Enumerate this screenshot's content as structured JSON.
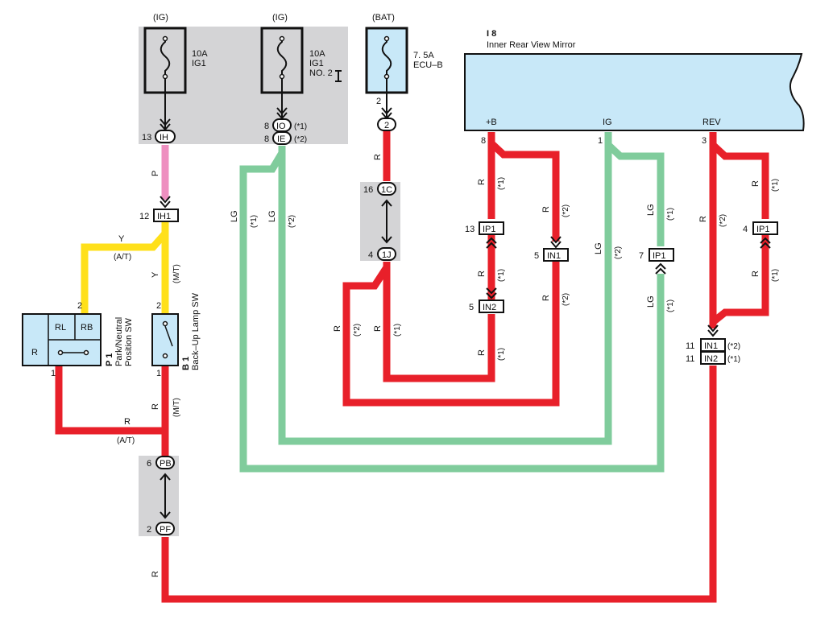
{
  "colors": {
    "red": "#e8202a",
    "pink": "#ee8fc0",
    "yellow": "#ffe01a",
    "light_green": "#80cc9c",
    "gray_block": "#d4d4d6",
    "component_blue": "#c8e8f8"
  },
  "fuses": {
    "ig1": {
      "source": "(IG)",
      "rating": "10A",
      "name": "IG1"
    },
    "ig1_no2": {
      "source": "(IG)",
      "rating": "10A",
      "name": "IG1",
      "name2": "NO. 2"
    },
    "ecu_b": {
      "source": "(BAT)",
      "rating": "7. 5A",
      "name": "ECU–B",
      "pin": "2"
    }
  },
  "mirror": {
    "code": "I 8",
    "name": "Inner Rear View Mirror",
    "terminals": [
      {
        "label": "+B",
        "pin": "8"
      },
      {
        "label": "IG",
        "pin": "1"
      },
      {
        "label": "REV",
        "pin": "3"
      }
    ]
  },
  "connectors": {
    "ih_top": {
      "pin": "13",
      "label": "IH"
    },
    "io": {
      "pin": "8",
      "label": "IO",
      "note": "(*1)"
    },
    "ie": {
      "pin": "8",
      "label": "IE",
      "note": "(*2)"
    },
    "ecu_out": {
      "label": "2"
    },
    "c1c": {
      "pin": "16",
      "label": "1C"
    },
    "c1j": {
      "pin": "4",
      "label": "1J"
    },
    "ih1": {
      "pin": "12",
      "label": "IH1"
    },
    "ip1_left": {
      "pin": "13",
      "label": "IP1"
    },
    "in1_mid": {
      "pin": "5",
      "label": "IN1"
    },
    "in2_mid": {
      "pin": "5",
      "label": "IN2"
    },
    "ip1_green": {
      "pin": "7",
      "label": "IP1"
    },
    "ip1_right": {
      "pin": "4",
      "label": "IP1"
    },
    "in1_right": {
      "pin": "11",
      "label": "IN1",
      "note": "(*2)"
    },
    "in2_right": {
      "pin": "11",
      "label": "IN2",
      "note": "(*1)"
    },
    "pb": {
      "pin": "6",
      "label": "PB"
    },
    "pf": {
      "pin": "2",
      "label": "PF"
    }
  },
  "switches": {
    "park_neutral": {
      "code": "P 1",
      "name_line1": "Park/Neutral",
      "name_line2": "Position SW",
      "cells": [
        "RL",
        "RB",
        "R"
      ],
      "pin_top": "2",
      "pin_bottom": "1"
    },
    "backup_lamp": {
      "code": "B 1",
      "name": "Back–Up Lamp SW",
      "pin_top": "2",
      "pin_bottom": "1"
    }
  },
  "wire_labels": {
    "P": "P",
    "R": "R",
    "Y": "Y",
    "LG": "LG",
    "AT": "(A/T)",
    "MT": "(M/T)",
    "n1": "(*1)",
    "n2": "(*2)"
  }
}
